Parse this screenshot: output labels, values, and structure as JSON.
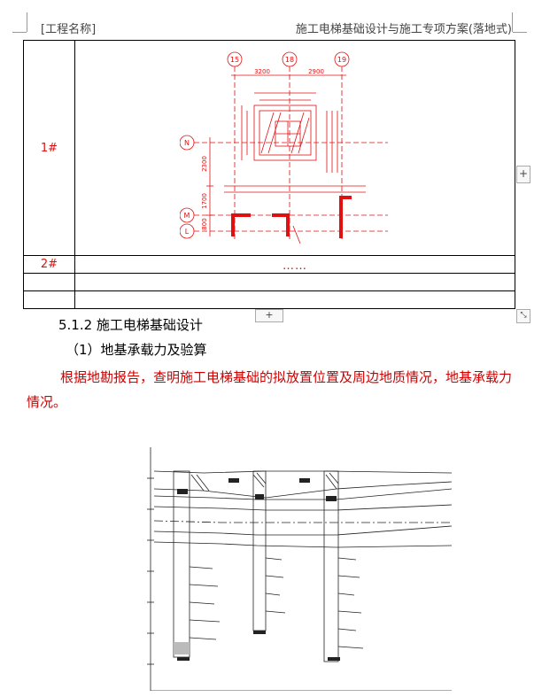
{
  "header": {
    "left": "[工程名称]",
    "right": "施工电梯基础设计与施工专项方案(落地式)"
  },
  "table": {
    "rows": [
      {
        "label": "1#",
        "content": ""
      },
      {
        "label": "2#",
        "content": "……"
      },
      {
        "label": "",
        "content": ""
      },
      {
        "label": "",
        "content": ""
      }
    ]
  },
  "plan_drawing": {
    "axis_labels": [
      "15",
      "18",
      "19",
      "N",
      "M",
      "L"
    ],
    "dims_top": [
      "3200",
      "2900"
    ],
    "dims_left": [
      "2300",
      "1700",
      "800"
    ]
  },
  "section": {
    "heading": "5.1.2 施工电梯基础设计",
    "subheading": "（1）地基承载力及验算",
    "paragraph": "根据地勘报告，查明施工电梯基础的拟放置位置及周边地质情况，地基承载力情况。"
  },
  "controls": {
    "add_row_label": "+",
    "add_col_label": "+"
  },
  "colors": {
    "red_text": "#d00000",
    "drawing_red": "#e01010"
  }
}
